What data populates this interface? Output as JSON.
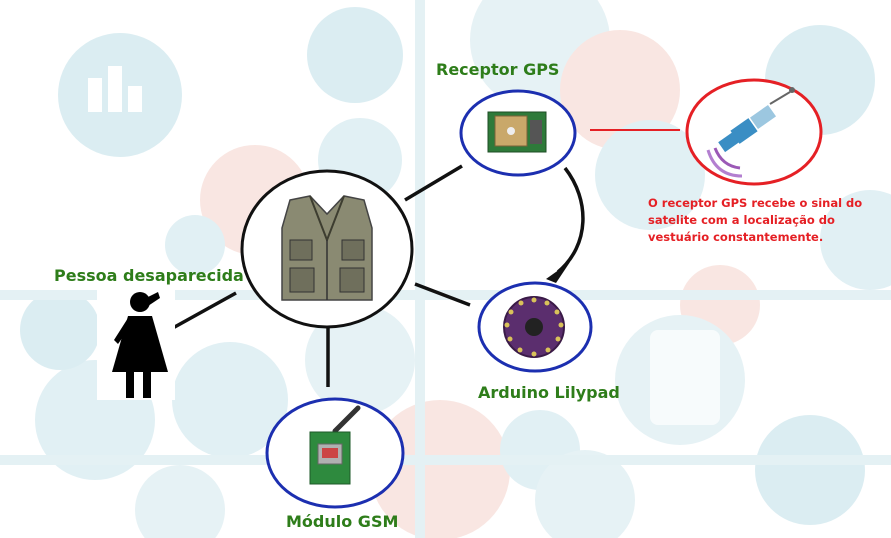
{
  "labels": {
    "receptor_gps": "Receptor GPS",
    "pessoa": "Pessoa desaparecida",
    "arduino": "Arduino Lilypad",
    "modulo_gsm": "Módulo GSM",
    "note": "O receptor GPS recebe o sinal do satelite com a localização do vestuário constantemente."
  },
  "colors": {
    "circle_blue": "#1c2fb0",
    "circle_red": "#e52025",
    "label_green": "#2e7d1a",
    "bg_icon": "#c6e3ea",
    "bg_icon_warm": "#f7d6cf"
  },
  "icons": [
    "vest-image",
    "gps-board-image",
    "satellite-icon",
    "lilypad-board-image",
    "gsm-board-image",
    "person-icon"
  ]
}
